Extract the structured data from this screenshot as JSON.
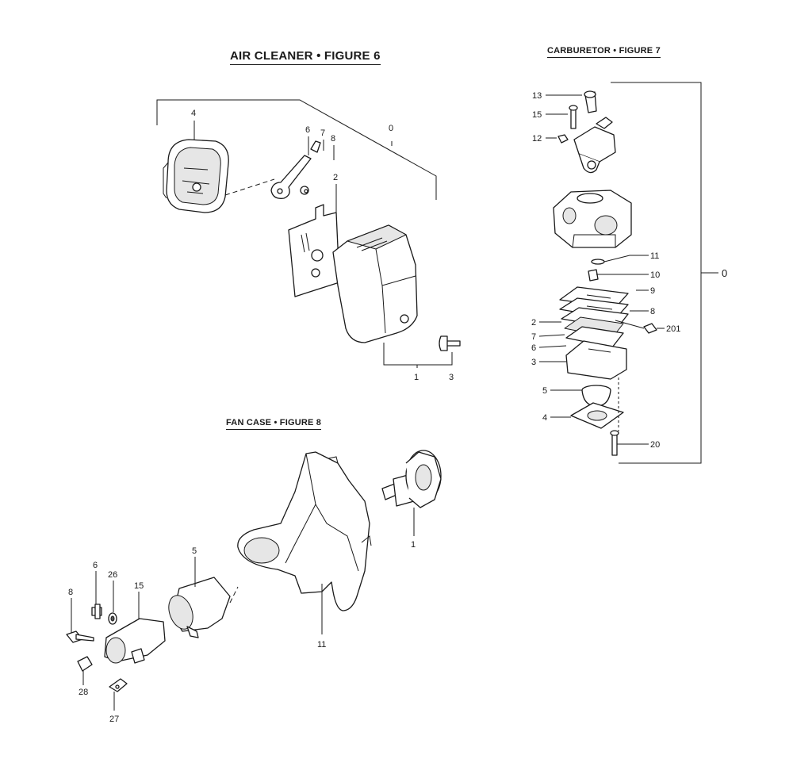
{
  "figures": {
    "air_cleaner": {
      "title": "AIR CLEANER  •  FIGURE 6",
      "callouts": [
        "4",
        "6",
        "7",
        "8",
        "0",
        "2",
        "1",
        "3"
      ]
    },
    "carburetor": {
      "title": "CARBURETOR  •  FIGURE 7",
      "callouts": [
        "13",
        "15",
        "12",
        "11",
        "10",
        "9",
        "8",
        "201",
        "2",
        "7",
        "6",
        "3",
        "5",
        "4",
        "20",
        "0"
      ]
    },
    "fan_case": {
      "title": "FAN CASE  •  FIGURE 8",
      "callouts": [
        "1",
        "5",
        "6",
        "26",
        "15",
        "8",
        "11",
        "28",
        "27"
      ]
    }
  }
}
